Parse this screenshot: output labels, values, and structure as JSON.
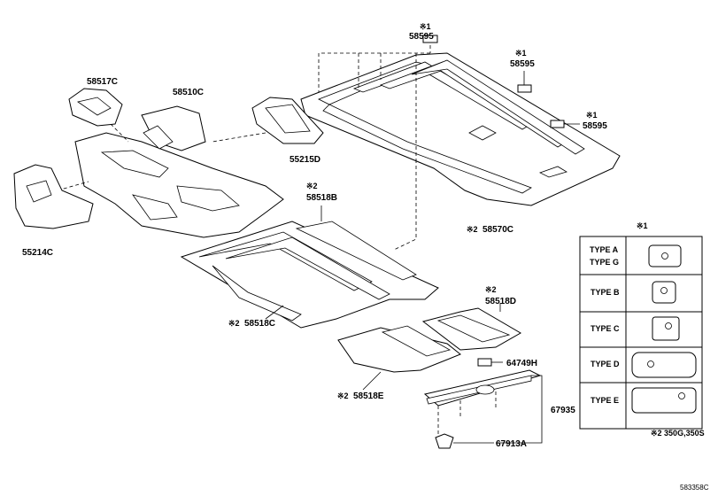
{
  "callouts": {
    "p58595_a": {
      "mark": "※1",
      "num": "58595"
    },
    "p58595_b": {
      "mark": "※1",
      "num": "58595"
    },
    "p58595_c": {
      "mark": "※1",
      "num": "58595"
    },
    "p58517C": {
      "num": "58517C"
    },
    "p58510C": {
      "num": "58510C"
    },
    "p55215D": {
      "num": "55215D"
    },
    "p55214C": {
      "num": "55214C"
    },
    "p58518B": {
      "mark": "※2",
      "num": "58518B"
    },
    "p58570C": {
      "mark": "※2",
      "num": "58570C"
    },
    "p58518C": {
      "mark": "※2",
      "num": "58518C"
    },
    "p58518D": {
      "mark": "※2",
      "num": "58518D"
    },
    "p58518E": {
      "mark": "※2",
      "num": "58518E"
    },
    "p64749H": {
      "num": "64749H"
    },
    "p67935": {
      "num": "67935"
    },
    "p67913A": {
      "num": "67913A"
    }
  },
  "legend": {
    "mark": "※1",
    "rows": [
      {
        "label": "TYPE A",
        "label2": "TYPE G"
      },
      {
        "label": "TYPE B"
      },
      {
        "label": "TYPE C"
      },
      {
        "label": "TYPE D"
      },
      {
        "label": "TYPE E"
      }
    ]
  },
  "footnote": "※2 350G,350S",
  "diagram_id": "583358C"
}
